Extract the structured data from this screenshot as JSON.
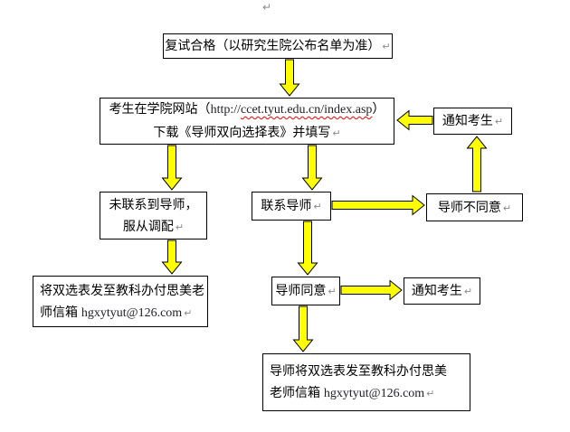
{
  "colors": {
    "arrow_fill": "#ffff00",
    "arrow_stroke": "#000000",
    "box_border": "#000000",
    "squiggle_red": "#ff0000",
    "pilcrow_gray": "#8a8a8a"
  },
  "marks": {
    "pilcrow": "↵"
  },
  "diagram": {
    "nodes": {
      "pass": {
        "text": "复试合格（以研究生院公布名单为准）"
      },
      "download": {
        "line1_prefix": "考生在学院网站（",
        "url_scheme": "http://",
        "url_rest": "ccet.tyut.edu.cn/index.asp",
        "line1_suffix": "）",
        "line2": "下载《导师双向选择表》并填写"
      },
      "notify_top": {
        "text": "通知考生"
      },
      "no_contact": {
        "line1": "未联系到导师，",
        "line2": "服从调配"
      },
      "contact": {
        "text": "联系导师"
      },
      "disagree": {
        "text": "导师不同意"
      },
      "send_left": {
        "line1": "将双选表发至教科办付思美老",
        "line2_prefix": "师信箱 ",
        "email": "hgxytyut@126.com"
      },
      "agree": {
        "text": "导师同意"
      },
      "notify_mid": {
        "text": "通知考生"
      },
      "send_bottom": {
        "line1": "导师将双选表发至教科办付思美",
        "line2_prefix": "老师信箱 ",
        "email": "hgxytyut@126.com"
      }
    },
    "arrows": [
      {
        "name": "arrow-pass-to-download",
        "dir": "down",
        "c": 320,
        "from": 66,
        "to": 106
      },
      {
        "name": "arrow-download-to-no-contact",
        "dir": "down",
        "c": 190,
        "from": 161,
        "to": 210
      },
      {
        "name": "arrow-download-to-contact",
        "dir": "down",
        "c": 345,
        "from": 161,
        "to": 210
      },
      {
        "name": "arrow-contact-to-disagree",
        "dir": "right",
        "c": 227,
        "from": 367,
        "to": 469
      },
      {
        "name": "arrow-disagree-to-notify",
        "dir": "up",
        "c": 527,
        "from": 212,
        "to": 151
      },
      {
        "name": "arrow-notify-to-download",
        "dir": "left",
        "c": 133,
        "from": 478,
        "to": 439
      },
      {
        "name": "arrow-no-contact-to-send-left",
        "dir": "down",
        "c": 190,
        "from": 266,
        "to": 303
      },
      {
        "name": "arrow-contact-to-agree",
        "dir": "down",
        "c": 340,
        "from": 245,
        "to": 304
      },
      {
        "name": "arrow-agree-to-notify",
        "dir": "right",
        "c": 321,
        "from": 377,
        "to": 444
      },
      {
        "name": "arrow-agree-to-send-bottom",
        "dir": "down",
        "c": 335,
        "from": 339,
        "to": 389
      }
    ]
  }
}
